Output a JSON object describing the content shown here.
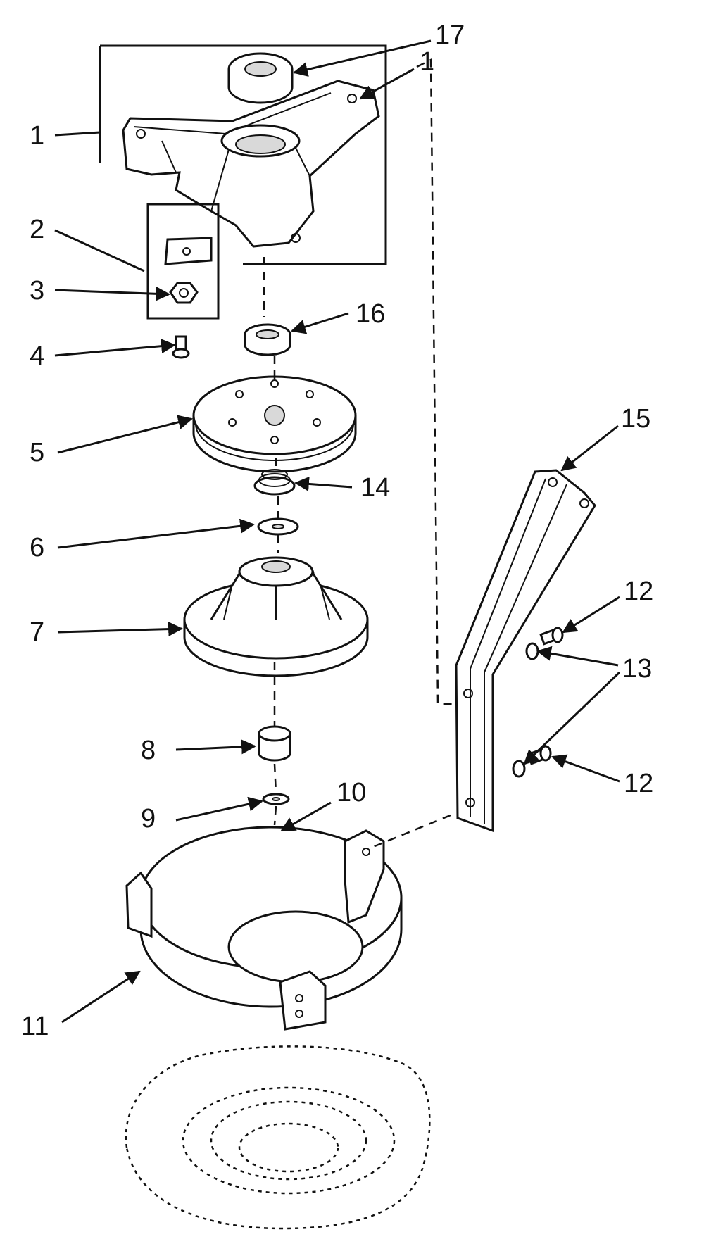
{
  "callouts": {
    "c1a": "1",
    "c1b": "1",
    "c2": "2",
    "c3": "3",
    "c4": "4",
    "c5": "5",
    "c6": "6",
    "c7": "7",
    "c8": "8",
    "c9": "9",
    "c10": "10",
    "c11": "11",
    "c12a": "12",
    "c12b": "12",
    "c13": "13",
    "c14": "14",
    "c15": "15",
    "c16": "16",
    "c17": "17"
  }
}
